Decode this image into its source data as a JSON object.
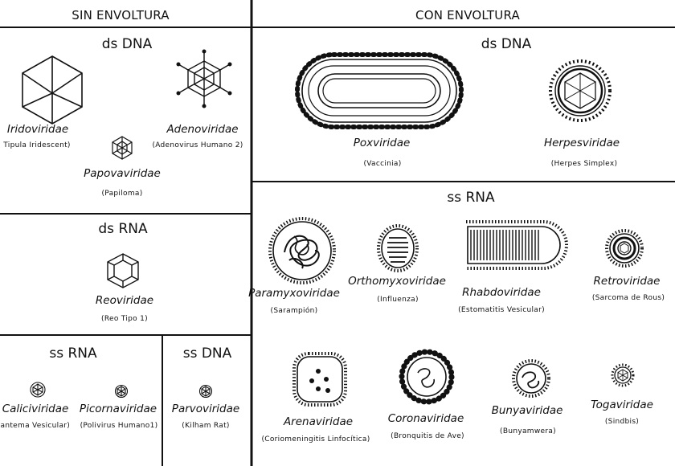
{
  "headers": {
    "sin_envoltura": "SIN ENVOLTURA",
    "con_envoltura": "CON ENVOLTURA"
  },
  "sections": {
    "sin_dsdna": "ds DNA",
    "sin_dsrna": "ds RNA",
    "sin_ssrna": "ss RNA",
    "sin_ssdna": "ss DNA",
    "con_dsdna": "ds DNA",
    "con_ssrna": "ss RNA"
  },
  "families": {
    "iridoviridae": {
      "name": "Iridoviridae",
      "example": "Tipula Iridescent)"
    },
    "adenoviridae": {
      "name": "Adenoviridae",
      "example": "(Adenovirus Humano 2)"
    },
    "papovaviridae": {
      "name": "Papovaviridae",
      "example": "(Papiloma)"
    },
    "reoviridae": {
      "name": "Reoviridae",
      "example": "(Reo Tipo 1)"
    },
    "caliciviridae": {
      "name": "Caliciviridae",
      "example": "xantema Vesicular)"
    },
    "picornaviridae": {
      "name": "Picornaviridae",
      "example": "(Polivirus Humano1)"
    },
    "parvoviridae": {
      "name": "Parvoviridae",
      "example": "(Kilham Rat)"
    },
    "poxviridae": {
      "name": "Poxviridae",
      "example": "(Vaccinia)"
    },
    "herpesviridae": {
      "name": "Herpesviridae",
      "example": "(Herpes Simplex)"
    },
    "paramyxoviridae": {
      "name": "Paramyxoviridae",
      "example": "(Sarampión)"
    },
    "orthomyxoviridae": {
      "name": "Orthomyxoviridae",
      "example": "(Influenza)"
    },
    "rhabdoviridae": {
      "name": "Rhabdoviridae",
      "example": "(Estomatitis Vesicular)"
    },
    "retroviridae": {
      "name": "Retroviridae",
      "example": "(Sarcoma de Rous)"
    },
    "arenaviridae": {
      "name": "Arenaviridae",
      "example": "(Coriomeningitis Linfocítica)"
    },
    "coronaviridae": {
      "name": "Coronaviridae",
      "example": "(Bronquitis de Ave)"
    },
    "bunyaviridae": {
      "name": "Bunyaviridae",
      "example": "(Bunyamwera)"
    },
    "togaviridae": {
      "name": "Togaviridae",
      "example": "(Sindbis)"
    }
  }
}
